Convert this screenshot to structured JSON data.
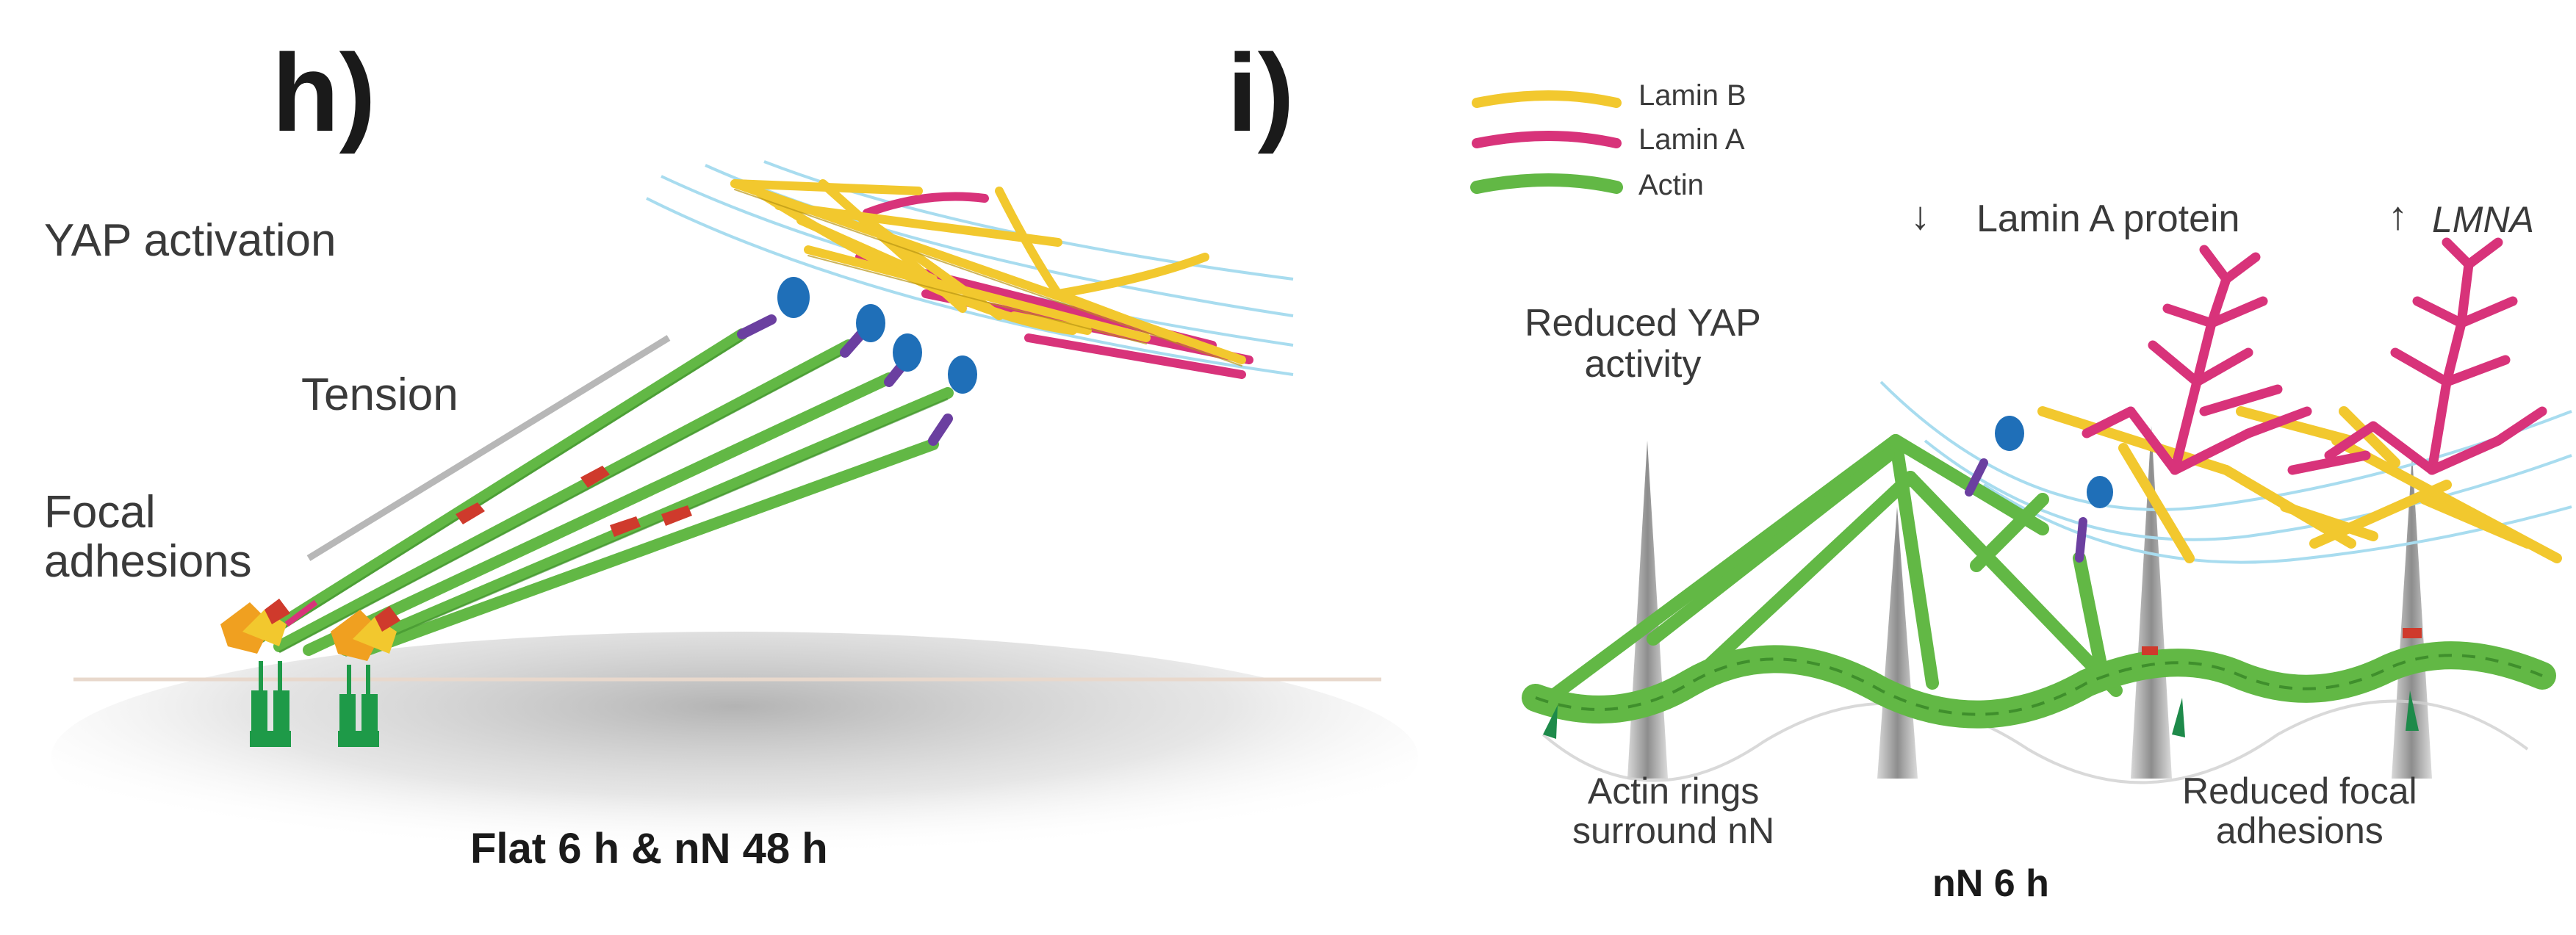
{
  "panel_h": {
    "letter": "h)",
    "yap_label": "YAP activation",
    "tension_label": "Tension",
    "focal_label": "Focal\nadhesions",
    "caption": "Flat 6 h & nN 48 h"
  },
  "panel_i": {
    "letter": "i)",
    "legend": [
      {
        "label": "Lamin B",
        "color": "#f2c82e"
      },
      {
        "label": "Lamin A",
        "color": "#d8337a"
      },
      {
        "label": "Actin",
        "color": "#62b845"
      }
    ],
    "lamin_a_arrow": "↓",
    "lamin_a_label": "Lamin A protein",
    "lmna_arrow": "↑",
    "lmna_label": "LMNA",
    "yap_reduced": "Reduced YAP\nactivity",
    "actin_rings": "Actin rings\nsurround nN",
    "reduced_focal": "Reduced focal\nadhesions",
    "caption": "nN 6 h"
  },
  "colors": {
    "actin": "#62b845",
    "actin_dark": "#3f8f2c",
    "lamin_b": "#f2c82e",
    "lamin_a": "#d8337a",
    "yap_blue": "#1f6fb8",
    "purple": "#6b3fa0",
    "adhesion_red": "#cf3a2c",
    "orange": "#f0a020"
  }
}
